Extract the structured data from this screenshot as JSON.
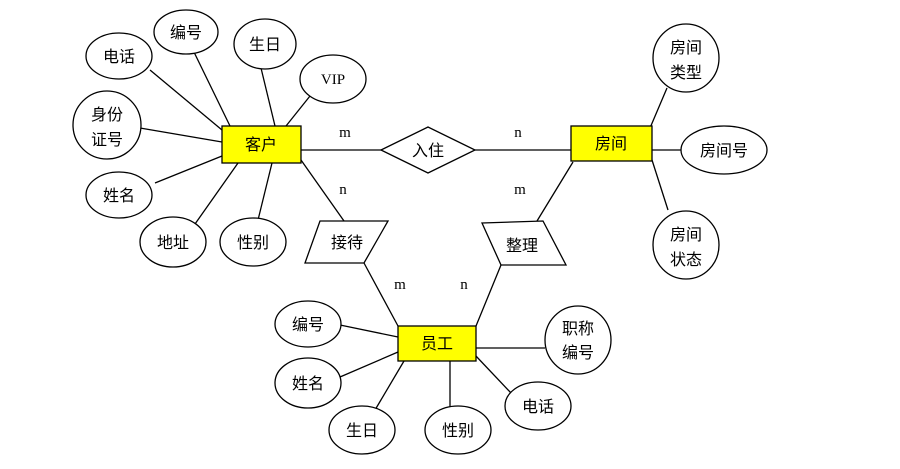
{
  "diagram": {
    "entities": [
      {
        "id": "customer",
        "label": "客户"
      },
      {
        "id": "room",
        "label": "房间"
      },
      {
        "id": "employee",
        "label": "员工"
      }
    ],
    "relationships": [
      {
        "id": "checkin",
        "label": "入住"
      },
      {
        "id": "reception",
        "label": "接待"
      },
      {
        "id": "tidy",
        "label": "整理"
      }
    ],
    "attributes": {
      "customer": [
        "电话",
        "编号",
        "生日",
        "VIP",
        "身份证号",
        "姓名",
        "地址",
        "性别"
      ],
      "room": [
        "房间类型",
        "房间号",
        "房间状态"
      ],
      "employee": [
        "编号",
        "姓名",
        "生日",
        "性别",
        "电话",
        "职称编号"
      ]
    },
    "cardinalities": {
      "checkin_customer": "m",
      "checkin_room": "n",
      "reception_customer": "n",
      "reception_employee": "m",
      "tidy_room": "m",
      "tidy_employee": "n"
    }
  }
}
